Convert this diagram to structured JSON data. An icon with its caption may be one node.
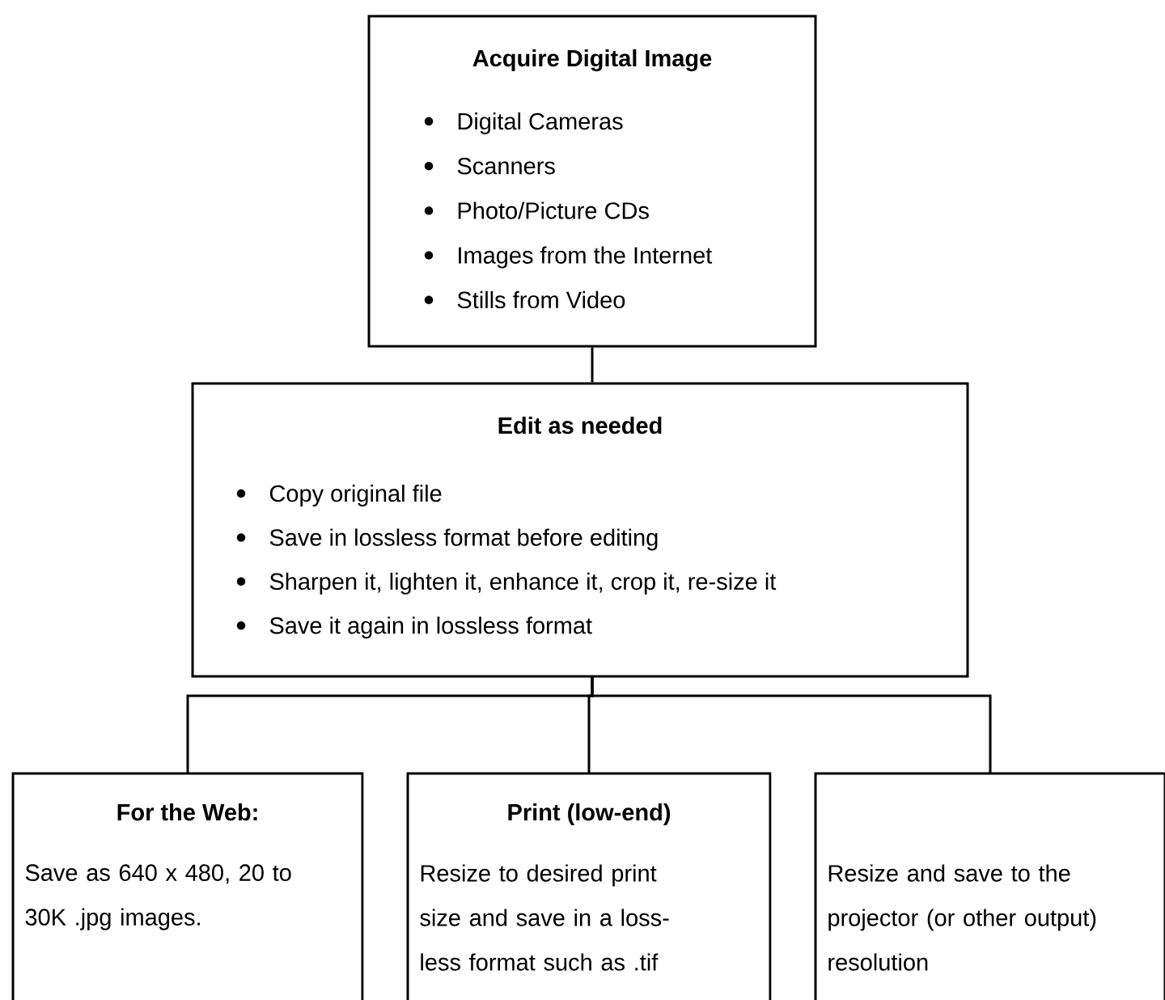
{
  "diagram": {
    "nodes": [
      {
        "text": [
          "Acquire Digital Image",
          "Digital Cameras",
          "Scanners",
          "Photo/Picture CDs",
          "Images from the Internet",
          "Stills from Video"
        ]
      },
      {
        "text": [
          "Edit as needed",
          "Copy original file",
          "Save in lossless format before editing",
          "Sharpen it, lighten it, enhance it, crop it, re-size it",
          "Save it again in lossless format"
        ]
      },
      {
        "text": [
          "For the Web:",
          "Save as 640 x 480, 20 to 30K .jpg images."
        ]
      },
      {
        "text": [
          "Print (low-end)",
          "Resize to desired print size and save in a loss-less format such as .tif"
        ]
      },
      {
        "text": [
          "Resize and save to the projector (or other output) resolution"
        ]
      }
    ],
    "edges": [
      {
        "from": 0,
        "to": 1,
        "arrow": "none"
      },
      {
        "from": 1,
        "to": 2,
        "arrow": "none"
      },
      {
        "from": 1,
        "to": 3,
        "arrow": "none"
      },
      {
        "from": 1,
        "to": 4,
        "arrow": "none"
      }
    ]
  }
}
